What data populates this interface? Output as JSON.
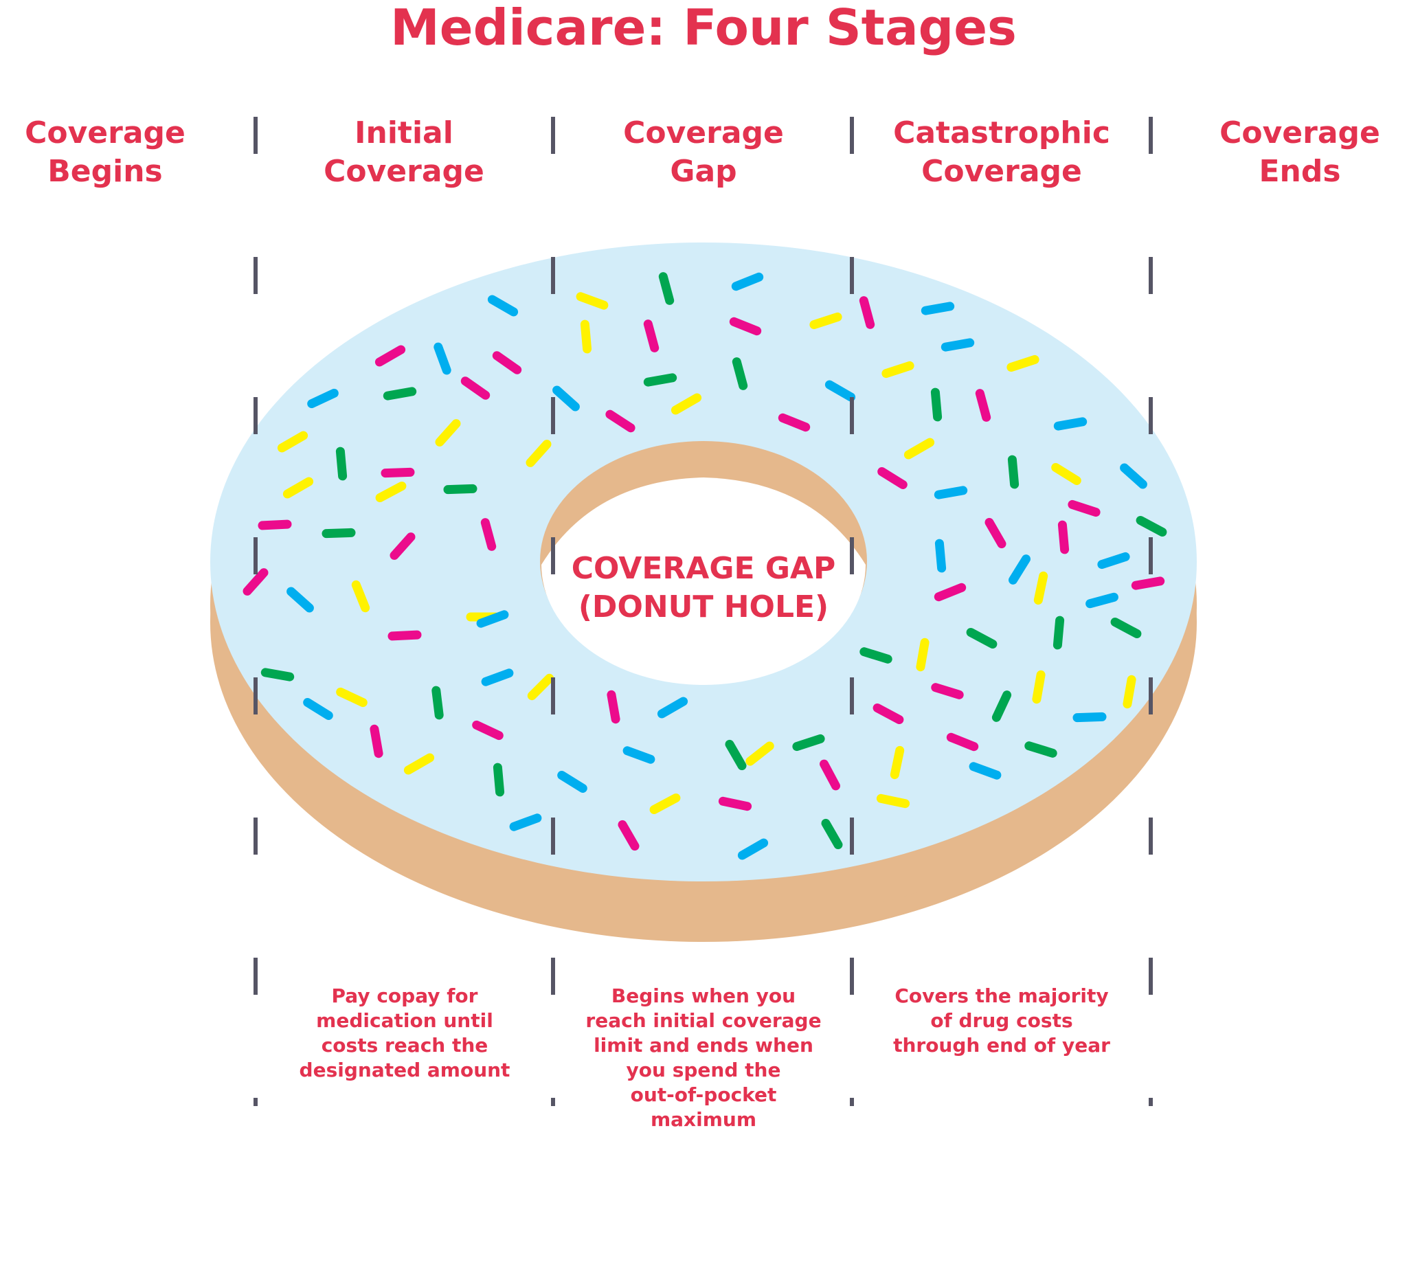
{
  "title": "Medicare: Four Stages",
  "colors": {
    "text": "#E3324F",
    "divider": "#565565",
    "glaze": "#D3EDF9",
    "dough": "#E5B88C",
    "hole": "#FFFFFF",
    "sprinkles": {
      "pink": "#EC0B8C",
      "blue": "#00AEEF",
      "green": "#00A650",
      "yellow": "#FFF200"
    }
  },
  "stages": [
    {
      "id": "coverage-begins",
      "lines": [
        "Coverage",
        "Begins"
      ]
    },
    {
      "id": "initial-coverage",
      "lines": [
        "Initial",
        "Coverage"
      ]
    },
    {
      "id": "coverage-gap",
      "lines": [
        "Coverage",
        "Gap"
      ]
    },
    {
      "id": "catastrophic-coverage",
      "lines": [
        "Catastrophic",
        "Coverage"
      ]
    },
    {
      "id": "coverage-ends",
      "lines": [
        "Coverage",
        "Ends"
      ]
    }
  ],
  "donut_hole_label": [
    "COVERAGE GAP",
    "(DONUT HOLE)"
  ],
  "descriptions": [
    {
      "stage": "initial-coverage",
      "lines": [
        "Pay copay for",
        "medication until",
        "costs reach the",
        "designated amount"
      ]
    },
    {
      "stage": "coverage-gap",
      "lines": [
        "Begins when you",
        "reach initial coverage",
        "limit and ends when",
        "you spend the",
        "out-of-pocket",
        "maximum"
      ]
    },
    {
      "stage": "catastrophic-coverage",
      "lines": [
        "Covers the majority",
        "of drug costs",
        "through end of year"
      ]
    }
  ]
}
